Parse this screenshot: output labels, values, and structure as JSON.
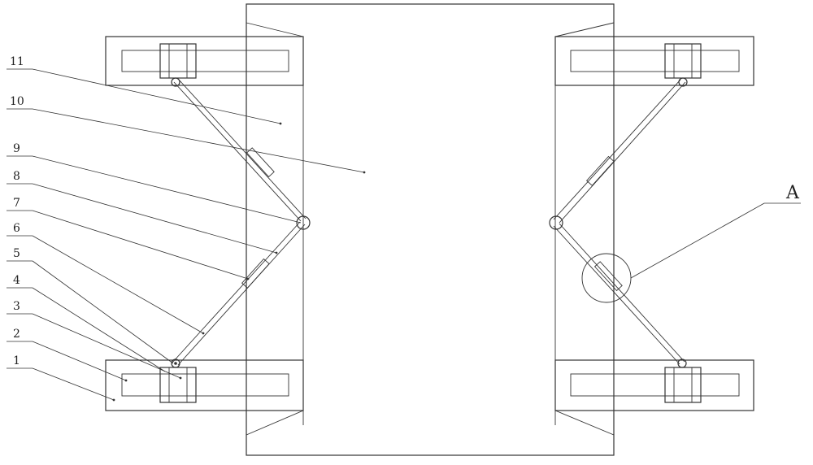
{
  "diagram": {
    "part_labels": [
      "1",
      "2",
      "3",
      "4",
      "5",
      "6",
      "7",
      "8",
      "9",
      "10",
      "11"
    ],
    "detail_label": "A",
    "colors": {
      "line": "#333333",
      "background": "#ffffff"
    }
  }
}
